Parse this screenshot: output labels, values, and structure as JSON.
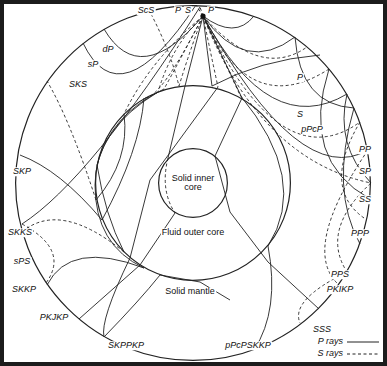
{
  "diagram": {
    "nodes": [
      {
        "text": [
          "Solid mantle"
        ]
      },
      {
        "text": [
          "Fluid outer core"
        ],
        "in": 0
      },
      {
        "text": [
          "Solid inner core"
        ],
        "in": 1
      }
    ],
    "labels": [
      "ScS",
      "P",
      "S",
      "P",
      "dP",
      "sP",
      "SKS",
      "P",
      "S",
      "pPcP",
      "PP",
      "SP",
      "SS",
      "PPP",
      "SKP",
      "SKKS",
      "sPS",
      "SKKP",
      "PPS",
      "PKIKP",
      "SSS",
      "PKJKP",
      "SKPPKP",
      "pPcPSKKP"
    ],
    "legend": [
      {
        "text": "P rays"
      },
      {
        "text": "S rays"
      }
    ]
  }
}
